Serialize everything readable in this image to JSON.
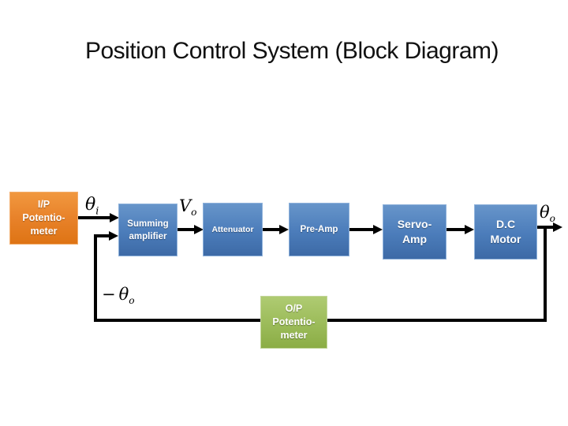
{
  "slide": {
    "title": "Position Control System (Block Diagram)"
  },
  "diagram": {
    "blocks": {
      "input_potentiometer": {
        "lines": [
          "I/P",
          "Potentio-",
          "meter"
        ],
        "color": "#E8822A"
      },
      "summing_amplifier": {
        "lines": [
          "Summing",
          "amplifier"
        ],
        "color": "#4B7CBA"
      },
      "attenuator": {
        "lines": [
          "Attenuator"
        ],
        "color": "#4B7CBA"
      },
      "pre_amp": {
        "lines": [
          "Pre-Amp"
        ],
        "color": "#4B7CBA"
      },
      "servo_amp": {
        "lines": [
          "Servo-",
          "Amp"
        ],
        "color": "#4B7CBA"
      },
      "dc_motor": {
        "lines": [
          "D.C",
          "Motor"
        ],
        "color": "#4B7CBA"
      },
      "output_potentiometer": {
        "lines": [
          "O/P",
          "Potentio-",
          "meter"
        ],
        "color": "#9BBB59"
      }
    },
    "signal_labels": {
      "theta_i": {
        "base": "θ",
        "sub": "i"
      },
      "v_o": {
        "base": "V",
        "sub": "o"
      },
      "theta_o": {
        "base": "θ",
        "sub": "o"
      },
      "minus_theta_o": {
        "prefix": "−",
        "base": "θ",
        "sub": "o"
      }
    },
    "colors": {
      "connector": "#000000",
      "input_block": "#E8822A",
      "process_block": "#4B7CBA",
      "feedback_block": "#9BBB59",
      "text_on_block": "#FFFFFF",
      "title_text": "#111111"
    }
  }
}
